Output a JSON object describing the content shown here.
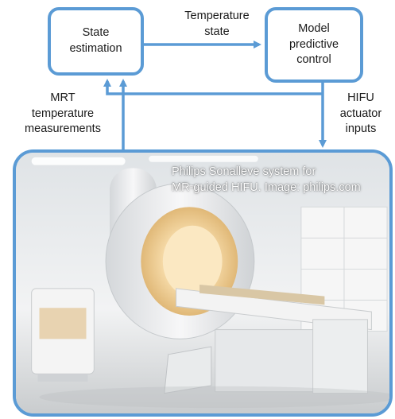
{
  "blocks": {
    "state_estimation": {
      "line1": "State",
      "line2": "estimation"
    },
    "model_predictive_control": {
      "line1": "Model",
      "line2": "predictive",
      "line3": "control"
    }
  },
  "edges": {
    "temperature_state": {
      "line1": "Temperature",
      "line2": "state"
    },
    "mrt_measurements": {
      "line1": "MRT",
      "line2": "temperature",
      "line3": "measurements"
    },
    "hifu_inputs": {
      "line1": "HIFU",
      "line2": "actuator",
      "line3": "inputs"
    }
  },
  "photo": {
    "caption_line1": "Philips Sonalleve system for",
    "caption_line2": "MR-guided HIFU. Image: philips.com"
  },
  "colors": {
    "accent": "#5b9bd5",
    "text": "#1a1a1a"
  }
}
